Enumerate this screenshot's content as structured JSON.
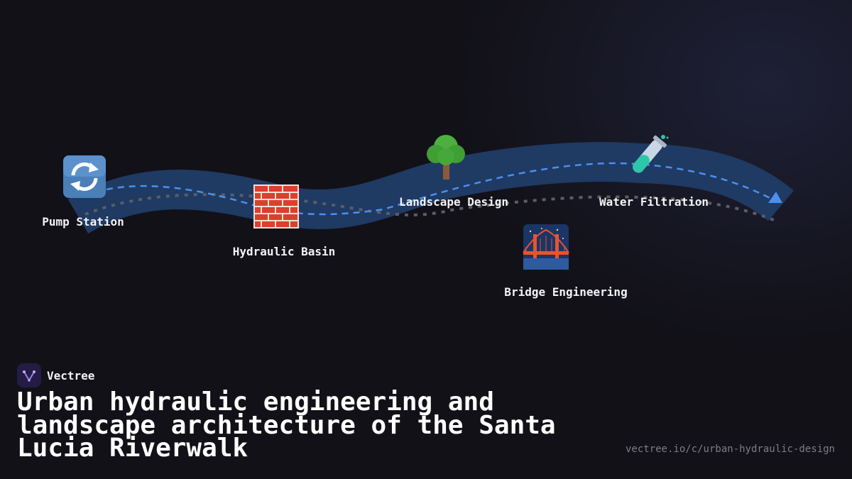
{
  "nodes": [
    {
      "id": "pump",
      "label": "Pump Station",
      "icon": "pump-cycle-icon"
    },
    {
      "id": "basin",
      "label": "Hydraulic Basin",
      "icon": "brick-wall-icon"
    },
    {
      "id": "landscape",
      "label": "Landscape Design",
      "icon": "tree-icon"
    },
    {
      "id": "bridge",
      "label": "Bridge Engineering",
      "icon": "bridge-icon"
    },
    {
      "id": "filtration",
      "label": "Water Filtration",
      "icon": "test-tube-icon"
    }
  ],
  "colors": {
    "background": "#121118",
    "river": "#1f3a63",
    "path_dashed": "#4a90ee",
    "path_dotted": "#5b5d66",
    "arrow": "#4a90ee"
  },
  "brand": {
    "name": "Vectree"
  },
  "title": "Urban hydraulic engineering and landscape architecture of the Santa Lucia Riverwalk",
  "url": "vectree.io/c/urban-hydraulic-design"
}
